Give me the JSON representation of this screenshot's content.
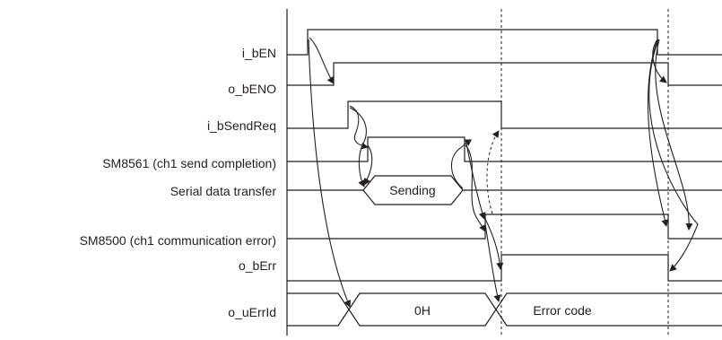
{
  "signals": [
    {
      "id": "i_bEN",
      "label": "i_bEN"
    },
    {
      "id": "o_bENO",
      "label": "o_bENO"
    },
    {
      "id": "i_bSendReq",
      "label": "i_bSendReq"
    },
    {
      "id": "SM8561",
      "label": "SM8561 (ch1 send completion)"
    },
    {
      "id": "serial",
      "label": "Serial data transfer"
    },
    {
      "id": "SM8500",
      "label": "SM8500 (ch1 communication error)"
    },
    {
      "id": "o_bErr",
      "label": "o_bErr"
    },
    {
      "id": "o_uErrId",
      "label": "o_uErrId"
    }
  ],
  "boxes": {
    "sending": "Sending",
    "zero": "0H",
    "error_code": "Error code"
  }
}
